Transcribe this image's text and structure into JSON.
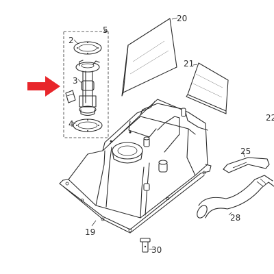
{
  "labels": {
    "l2": "2",
    "l3": "3",
    "l4": "4",
    "l5": "5",
    "l19": "19",
    "l20": "20",
    "l21": "21",
    "l22": "22",
    "l25": "25",
    "l28": "28",
    "l30": "30"
  },
  "colors": {
    "line": "#2a2a2a",
    "arrow": "#e8262b",
    "background": "#ffffff"
  }
}
